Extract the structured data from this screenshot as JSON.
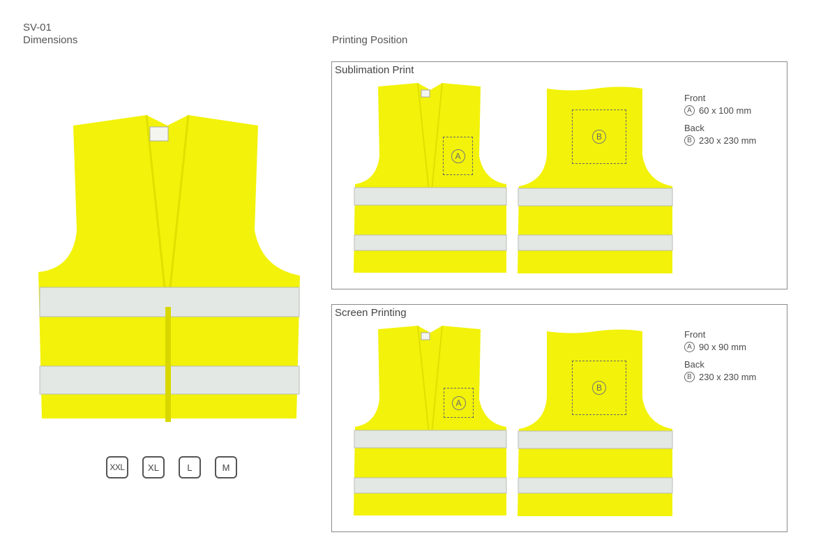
{
  "header": {
    "product_code": "SV-01",
    "left_title": "Dimensions",
    "right_title": "Printing Position"
  },
  "sizes": [
    "XXL",
    "XL",
    "L",
    "M"
  ],
  "colors": {
    "vest_yellow": "#f2f20a",
    "reflective_strip": "#e4e8e4",
    "border": "#8a8a8a"
  },
  "panels": [
    {
      "title": "Sublimation Print",
      "front_label": "Front",
      "front_marker": "A",
      "front_size": "60 x 100 mm",
      "back_label": "Back",
      "back_marker": "B",
      "back_size": "230 x 230 mm"
    },
    {
      "title": "Screen Printing",
      "front_label": "Front",
      "front_marker": "A",
      "front_size": "90 x 90 mm",
      "back_label": "Back",
      "back_marker": "B",
      "back_size": "230 x 230 mm"
    }
  ]
}
